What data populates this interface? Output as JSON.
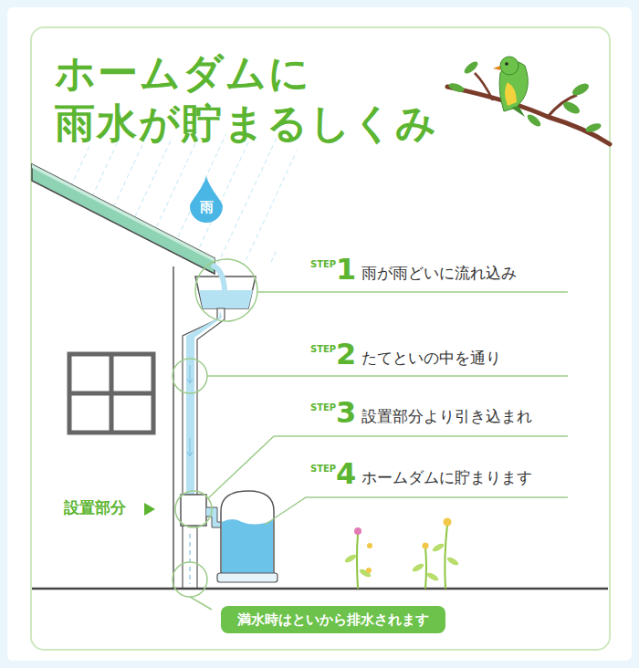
{
  "diagram": {
    "title": "ホームダムに 雨水が貯まるしくみ",
    "nodes": [
      {
        "text": [
          "雨"
        ]
      },
      {
        "text": [
          "満水時はといから排水されます"
        ]
      }
    ],
    "labels": [
      "STEP",
      "1",
      "雨が雨どいに流れ込み",
      "STEP",
      "2",
      "たてといの中を通り",
      "STEP",
      "3",
      "設置部分より引き込まれ",
      "STEP",
      "4",
      "ホームダムに貯まります",
      "設置部分"
    ]
  }
}
